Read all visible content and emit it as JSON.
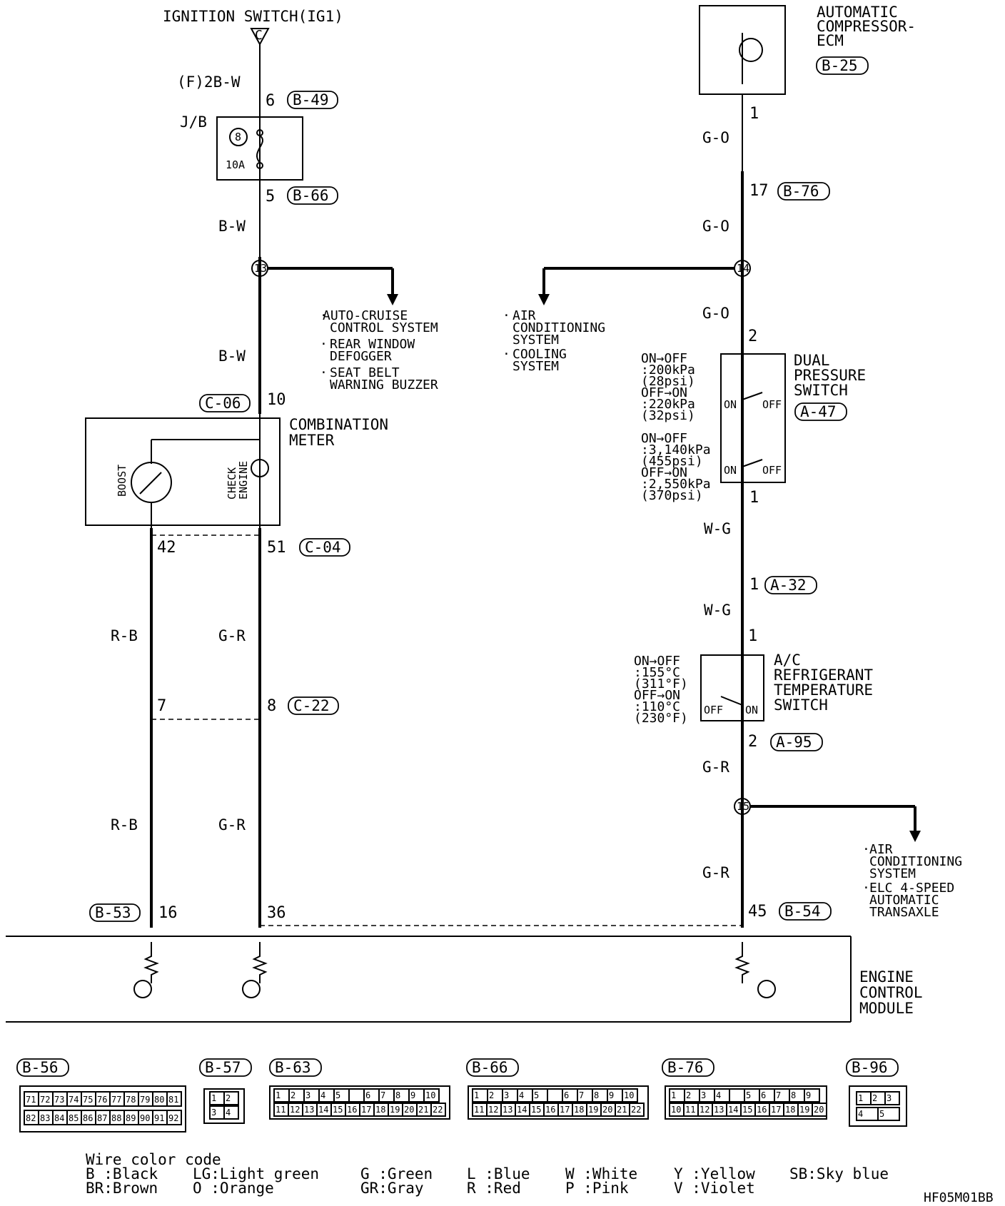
{
  "title_top": "IGNITION SWITCH(IG1)",
  "top_connector": "C",
  "top_wire": "(F)2B-W",
  "drawing_code": "HF05M01BB",
  "components": {
    "ecm_compressor": [
      "AUTOMATIC",
      "COMPRESSOR-",
      "ECM"
    ],
    "combination_meter": [
      "COMBINATION",
      "METER"
    ],
    "boost": "BOOST",
    "check_engine": [
      "CHECK",
      "ENGINE"
    ],
    "dual_pressure_switch": [
      "DUAL",
      "PRESSURE",
      "SWITCH"
    ],
    "ac_refrigerant_switch": [
      "A/C",
      "REFRIGERANT",
      "TEMPERATURE",
      "SWITCH"
    ],
    "engine_control_module": [
      "ENGINE",
      "CONTROL",
      "MODULE"
    ],
    "jb": "J/B",
    "fuse_number": "8",
    "fuse_rating": "10A"
  },
  "connectors": {
    "b49": "B-49",
    "b66": "B-66",
    "c06": "C-06",
    "c04": "C-04",
    "c22": "C-22",
    "b53": "B-53",
    "b54": "B-54",
    "b25": "B-25",
    "b76": "B-76",
    "a47": "A-47",
    "a32": "A-32",
    "a95": "A-95",
    "b56": "B-56",
    "b57": "B-57",
    "b63": "B-63",
    "b96": "B-96"
  },
  "pins": {
    "p6": "6",
    "p5": "5",
    "p10": "10",
    "p42": "42",
    "p51": "51",
    "p7": "7",
    "p8": "8",
    "p16": "16",
    "p36": "36",
    "p45": "45",
    "ecm_1": "1",
    "p17": "17",
    "dps_2": "2",
    "dps_1": "1",
    "a32_1": "1",
    "acr_1": "1",
    "acr_2": "2"
  },
  "wires": {
    "bw1": "B-W",
    "bw2": "B-W",
    "rb1": "R-B",
    "gr1": "G-R",
    "rb2": "R-B",
    "gr2": "G-R",
    "go1": "G-O",
    "go2": "G-O",
    "go3": "G-O",
    "wg1": "W-G",
    "wg2": "W-G",
    "gr3": "G-R",
    "gr4": "G-R"
  },
  "junctions": {
    "j13": "13",
    "j14": "14",
    "j15": "15"
  },
  "branch_left": [
    "AUTO-CRUISE",
    "CONTROL SYSTEM",
    "REAR WINDOW",
    "DEFOGGER",
    "SEAT BELT",
    "WARNING BUZZER"
  ],
  "branch_mid": [
    "AIR",
    "CONDITIONING",
    "SYSTEM",
    "COOLING",
    "SYSTEM"
  ],
  "branch_bottom": [
    "AIR",
    "CONDITIONING",
    "SYSTEM",
    "ELC 4-SPEED",
    "AUTOMATIC",
    "TRANSAXLE"
  ],
  "dps_specs": [
    "ON→OFF",
    ":200kPa",
    "(28psi)",
    "OFF→ON",
    ":220kPa",
    "(32psi)",
    "ON→OFF",
    ":3,140kPa",
    "(455psi)",
    "OFF→ON",
    ":2,550kPa",
    "(370psi)"
  ],
  "acr_specs": [
    "ON→OFF",
    ":155°C",
    "(311°F)",
    "OFF→ON",
    ":110°C",
    "(230°F)"
  ],
  "switch_labels": {
    "on": "ON",
    "off": "OFF"
  },
  "legend": {
    "title": "Wire color code",
    "row1": [
      "B :Black",
      "LG:Light green",
      "G :Green",
      "L :Blue",
      "W :White",
      "Y :Yellow",
      "SB:Sky blue"
    ],
    "row2": [
      "BR:Brown",
      "O :Orange",
      "GR:Gray",
      "R :Red",
      "P :Pink",
      "V :Violet"
    ]
  },
  "pinouts": {
    "b56_top": [
      "71",
      "72",
      "73",
      "74",
      "75",
      "76",
      "77",
      "78",
      "79",
      "80",
      "81"
    ],
    "b56_bot": [
      "82",
      "83",
      "84",
      "85",
      "86",
      "87",
      "88",
      "89",
      "90",
      "91",
      "92"
    ],
    "b57": [
      "1",
      "2",
      "3",
      "4"
    ],
    "b63_top": [
      "1",
      "2",
      "3",
      "4",
      "5",
      "",
      "6",
      "7",
      "8",
      "9",
      "10"
    ],
    "b63_bot": [
      "11",
      "12",
      "13",
      "14",
      "15",
      "16",
      "17",
      "18",
      "19",
      "20",
      "21",
      "22"
    ],
    "b66_top": [
      "1",
      "2",
      "3",
      "4",
      "5",
      "",
      "6",
      "7",
      "8",
      "9",
      "10"
    ],
    "b66_bot": [
      "11",
      "12",
      "13",
      "14",
      "15",
      "16",
      "17",
      "18",
      "19",
      "20",
      "21",
      "22"
    ],
    "b76_top": [
      "1",
      "2",
      "3",
      "4",
      "",
      "5",
      "6",
      "7",
      "8",
      "9"
    ],
    "b76_bot": [
      "10",
      "11",
      "12",
      "13",
      "14",
      "15",
      "16",
      "17",
      "18",
      "19",
      "20"
    ],
    "b96": [
      "1",
      "2",
      "3",
      "4",
      "5"
    ]
  }
}
